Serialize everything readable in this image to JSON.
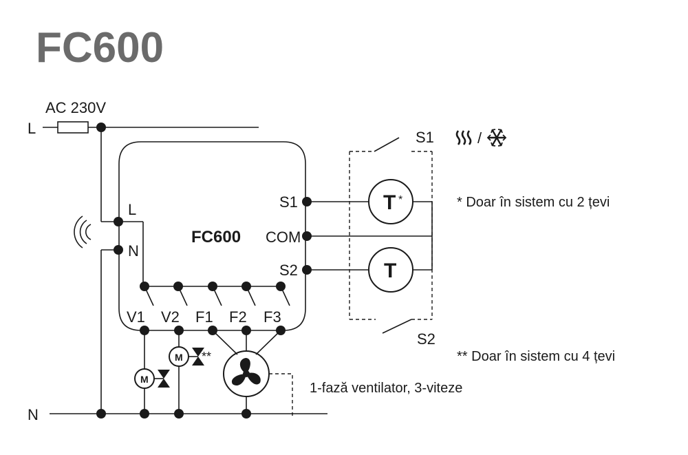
{
  "title": "FC600",
  "supply": {
    "voltage": "AC 230V",
    "line": "L",
    "neutral": "N"
  },
  "controller": {
    "name": "FC600",
    "terminals": {
      "L": "L",
      "N": "N",
      "S1": "S1",
      "COM": "COM",
      "S2": "S2",
      "V1": "V1",
      "V2": "V2",
      "F1": "F1",
      "F2": "F2",
      "F3": "F3"
    }
  },
  "sensors": {
    "switch_top": "S1",
    "switch_bottom": "S2",
    "thermostat_top": "T",
    "thermostat_top_mark": "*",
    "thermostat_bottom": "T",
    "mode_icon_heat": "heat-icon",
    "mode_separator": "/",
    "mode_icon_cool": "snowflake-icon"
  },
  "actuators": {
    "motor_label": "M",
    "valve2_mark": "**"
  },
  "notes": {
    "two_pipe": "* Doar în sistem cu 2 țevi",
    "four_pipe": "** Doar în sistem cu 4 țevi",
    "fan": "1-fază ventilator, 3-viteze"
  }
}
